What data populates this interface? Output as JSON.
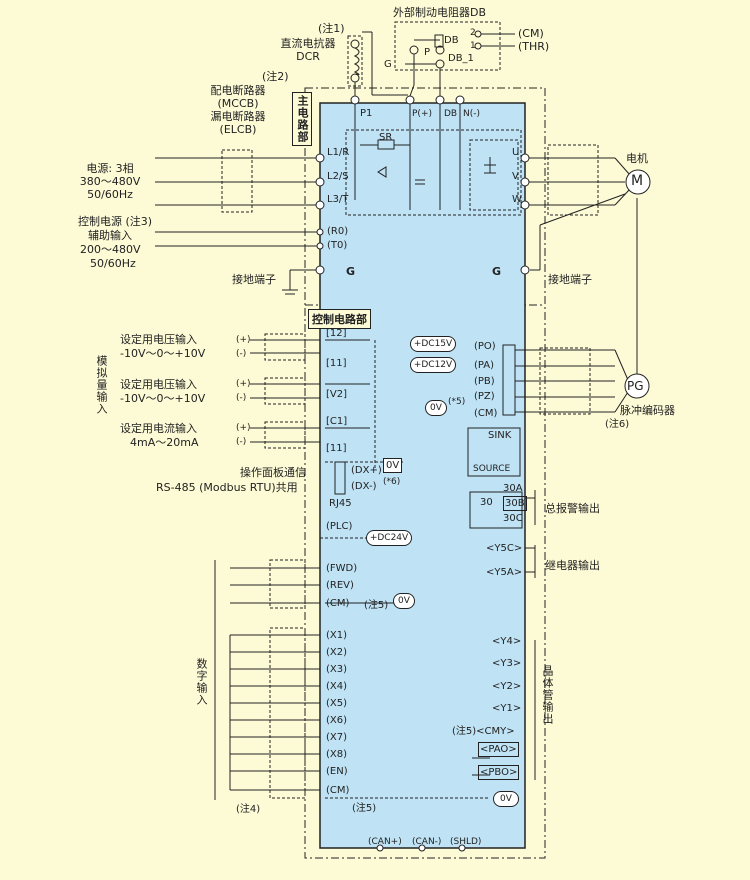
{
  "top": {
    "external_brake_resistor": "外部制动电阻器DB",
    "terminal_2": "2",
    "terminal_1": "1",
    "cm_out": "(CM)",
    "thr_out": "(THR)",
    "p_label": "P",
    "db_label": "DB",
    "g_label": "G",
    "db1_label": "DB_1",
    "note1": "(注1)",
    "dcr_line1": "直流电抗器",
    "dcr_line2": "DCR",
    "note2": "(注2)",
    "mccb_line1": "配电断路器",
    "mccb_line2": "(MCCB)",
    "elcb_line1": "漏电断路器",
    "elcb_line2": "(ELCB)"
  },
  "power_input": {
    "line1": "电源: 3相",
    "line2": "380～480V",
    "line3": "50/60Hz",
    "ctrl_line1": "控制电源  (注3)",
    "ctrl_line2": "辅助输入",
    "ctrl_line3": "200～480V",
    "ctrl_line4": "50/60Hz",
    "ground_terminal": "接地端子"
  },
  "main_circuit": {
    "title": "主电路部",
    "p1": "P1",
    "p_plus": "P(+)",
    "db": "DB",
    "n_minus": "N(-)",
    "l1": "L1/R",
    "l2": "L2/S",
    "l3": "L3/T",
    "r0": "(R0)",
    "t0": "(T0)",
    "g_left": "G",
    "g_right": "G",
    "sr": "SR",
    "u": "U",
    "v": "V",
    "w": "W",
    "motor_label": "电机",
    "motor_symbol": "M",
    "ground_terminal_right": "接地端子"
  },
  "control_circuit": {
    "title": "控制电路部",
    "analog_group": "模拟量输入",
    "v_in1_line1": "设定用电压输入",
    "v_in1_line2": "-10V～0～+10V",
    "v_in2_line1": "设定用电压输入",
    "v_in2_line2": "-10V～0～+10V",
    "i_in_line1": "设定用电流输入",
    "i_in_line2": "4mA～20mA",
    "plus": "(+)",
    "minus": "(-)",
    "t12": "[12]",
    "t11a": "[11]",
    "tv2": "[V2]",
    "tc1": "[C1]",
    "t11b": "[11]",
    "zero_v": "0V",
    "note_star6": "(*6)",
    "rs485_line1": "操作面板通信",
    "rs485_line2": "RS-485 (Modbus RTU)共用",
    "dx_plus": "(DX+)",
    "dx_minus": "(DX-)",
    "rj45": "RJ45",
    "plc": "(PLC)",
    "dc24v": "+DC24V",
    "fwd": "(FWD)",
    "rev": "(REV)",
    "cm1": "(CM)",
    "note5a": "(注5)",
    "digital_group": "数字输入",
    "x_inputs": [
      "(X1)",
      "(X2)",
      "(X3)",
      "(X4)",
      "(X5)",
      "(X6)",
      "(X7)",
      "(X8)",
      "(EN)"
    ],
    "cm2": "(CM)",
    "note4": "(注4)",
    "note5b": "(注5)",
    "can_plus": "(CAN+)",
    "can_minus": "(CAN-)",
    "shld": "(SHLD)"
  },
  "right_side": {
    "dc15v": "+DC15V",
    "dc12v": "+DC12V",
    "po": "(PO)",
    "pa": "(PA)",
    "pb": "(PB)",
    "pz": "(PZ)",
    "cm": "(CM)",
    "zero_v": "0V",
    "note_star5": "(*5)",
    "pg_symbol": "PG",
    "pg_label": "脉冲编码器",
    "note6": "(注6)",
    "sink": "SINK",
    "source": "SOURCE",
    "t30a": "30A",
    "t30": "30",
    "t30b": "30B",
    "t30c": "30C",
    "alarm_out": "总报警输出",
    "y5c": "<Y5C>",
    "y5a": "<Y5A>",
    "relay_out": "继电器输出",
    "y_outputs": [
      "<Y4>",
      "<Y3>",
      "<Y2>",
      "<Y1>"
    ],
    "cmy": "(注5)<CMY>",
    "pao": "<PAO>",
    "pbo": "<PBO>",
    "zero_v2": "0V",
    "transistor_group": "晶体管输出"
  },
  "colors": {
    "background": "#fdfbd6",
    "inverter_body": "#bfe3f5",
    "line": "#222222"
  }
}
